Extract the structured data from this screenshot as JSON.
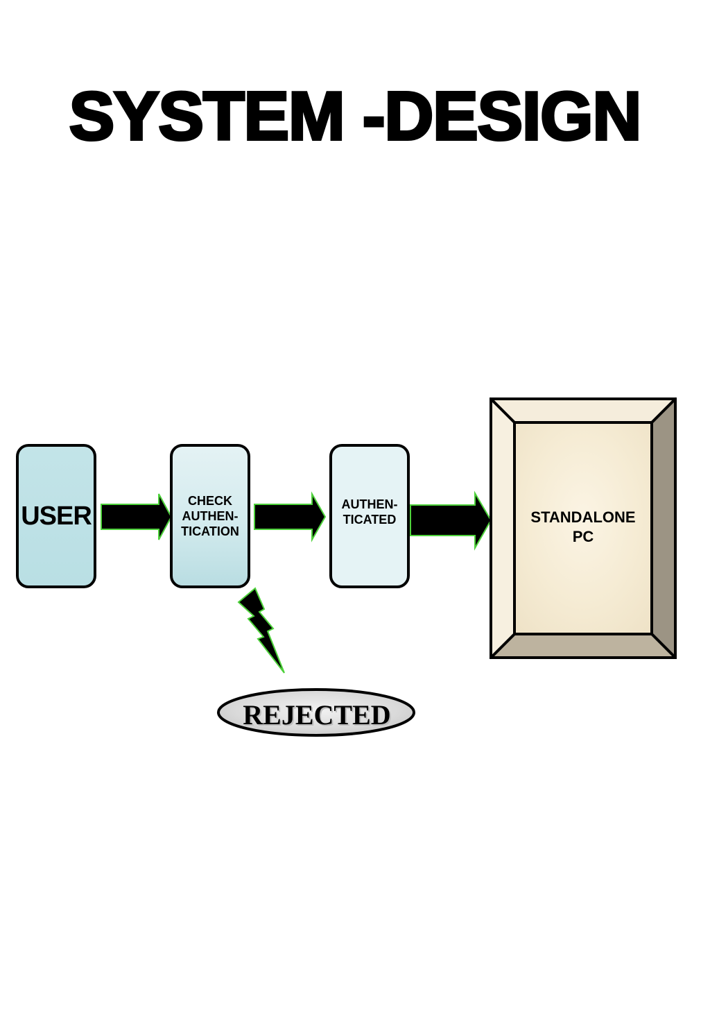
{
  "title": "SYSTEM -DESIGN",
  "nodes": {
    "user": {
      "label": "USER"
    },
    "check": {
      "lines": [
        "CHECK",
        "AUTHEN-",
        "TICATION"
      ]
    },
    "authenticated": {
      "lines": [
        "AUTHEN-",
        "TICATED"
      ]
    },
    "standalone_pc": {
      "lines": [
        "STANDALONE",
        "PC"
      ]
    },
    "rejected": {
      "label": "REJECTED"
    }
  },
  "colors": {
    "arrow_fill": "#000000",
    "arrow_outline": "#4dd13a",
    "box_user": "#c3e4e8",
    "box_light": "#e5f3f5",
    "pc_face": "#f6ecd6",
    "pc_bevel_light": "#f2e9d5",
    "pc_bevel_dark": "#9c9484",
    "rejected_fill": "#e3e3e3"
  },
  "edges": [
    {
      "from": "USER",
      "to": "CHECK AUTHEN-TICATION"
    },
    {
      "from": "CHECK AUTHEN-TICATION",
      "to": "AUTHEN-TICATED"
    },
    {
      "from": "AUTHEN-TICATED",
      "to": "STANDALONE PC"
    },
    {
      "from": "CHECK AUTHEN-TICATION",
      "to": "REJECTED",
      "style": "lightning"
    }
  ]
}
